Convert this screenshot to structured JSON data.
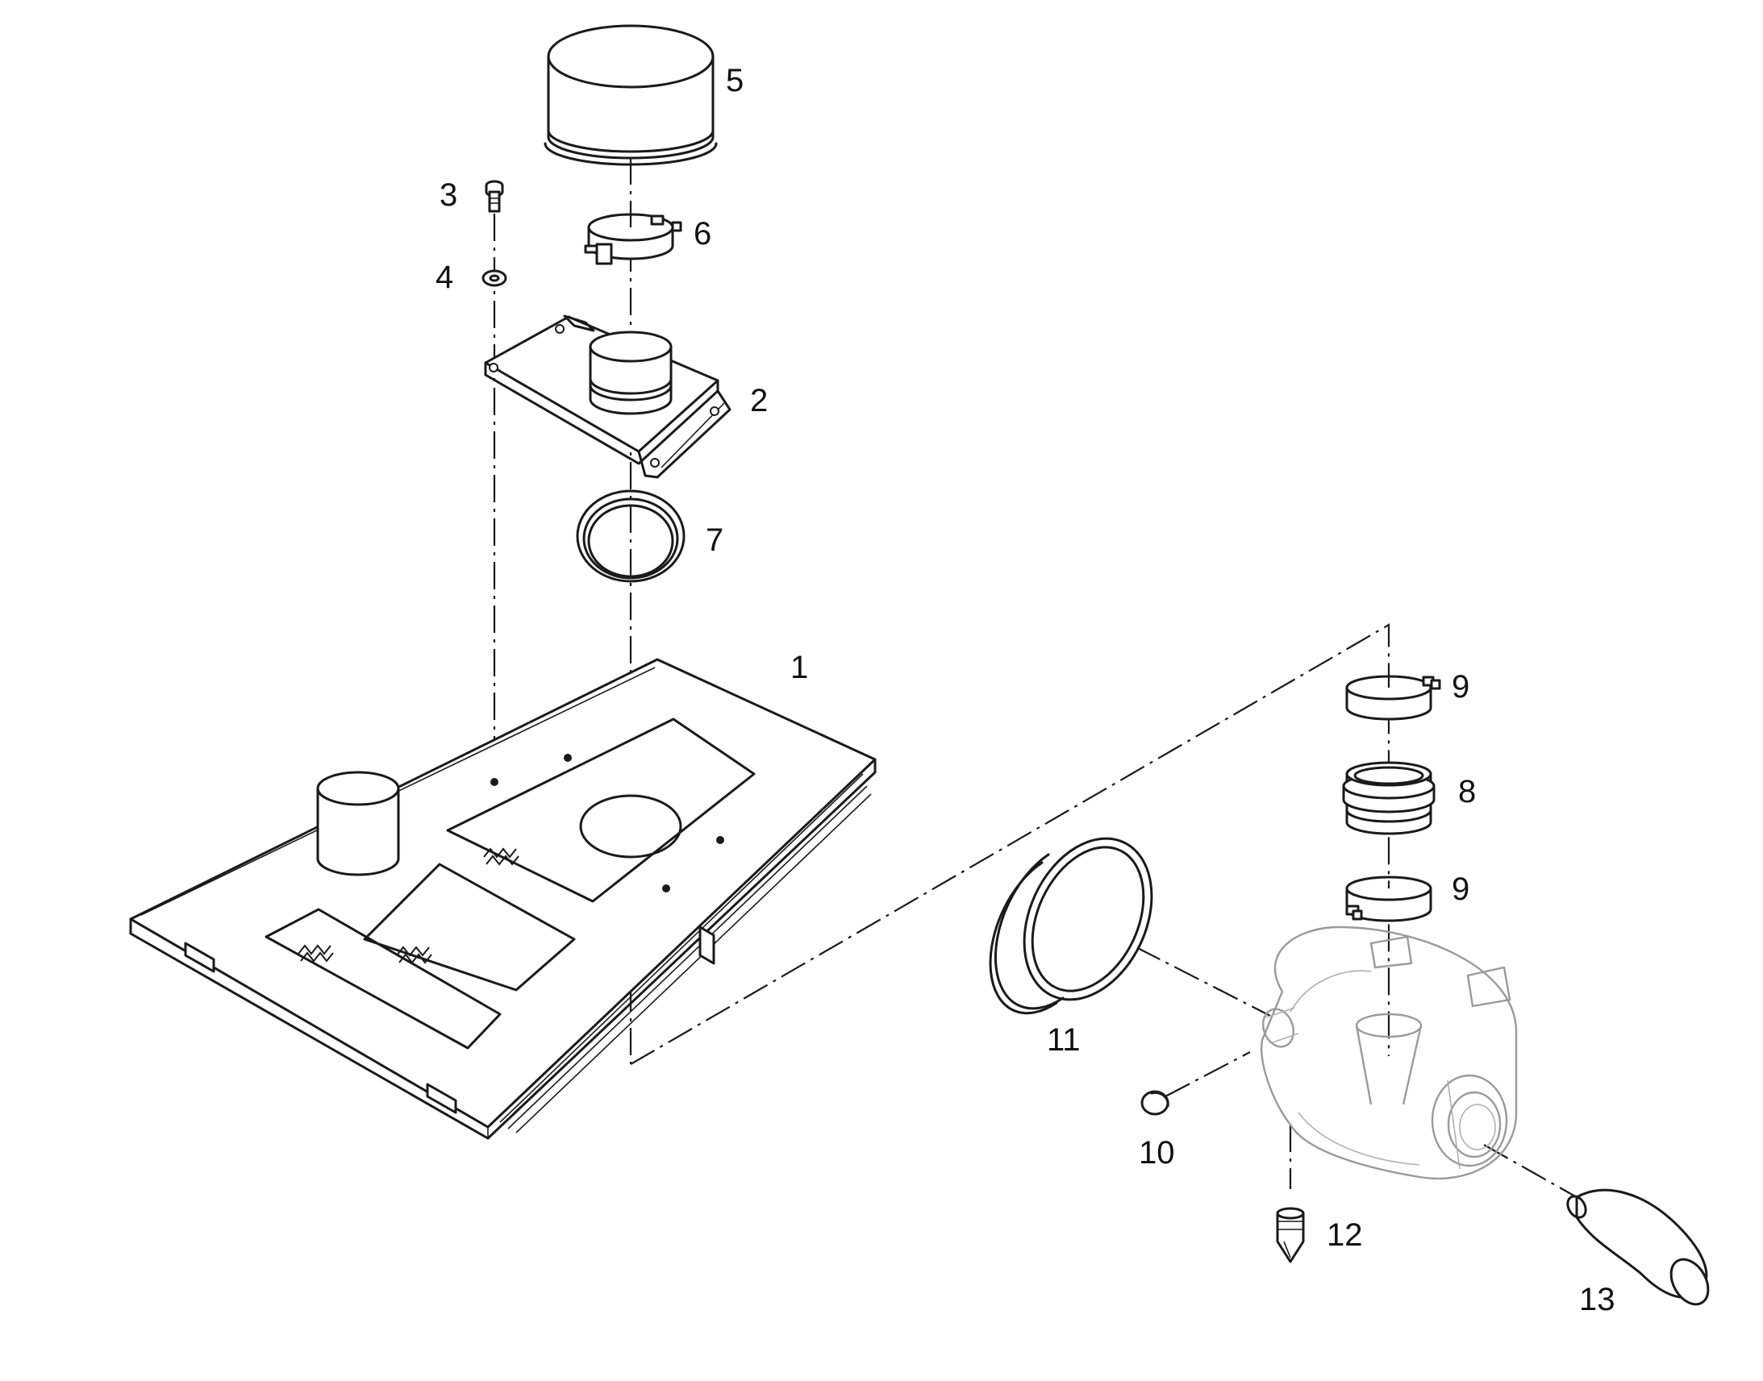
{
  "parts": [
    {
      "id": "plate",
      "label": "1"
    },
    {
      "id": "mounting-bracket",
      "label": "2"
    },
    {
      "id": "bolt",
      "label": "3"
    },
    {
      "id": "washer",
      "label": "4"
    },
    {
      "id": "pre-cleaner-cap",
      "label": "5"
    },
    {
      "id": "clamp-upper",
      "label": "6"
    },
    {
      "id": "seal-ring",
      "label": "7"
    },
    {
      "id": "adapter",
      "label": "8"
    },
    {
      "id": "clamp-9-top",
      "label": "9"
    },
    {
      "id": "clamp-9-bottom",
      "label": "9"
    },
    {
      "id": "plug",
      "label": "10"
    },
    {
      "id": "end-cover",
      "label": "11"
    },
    {
      "id": "dust-valve",
      "label": "12"
    },
    {
      "id": "elbow",
      "label": "13"
    }
  ]
}
